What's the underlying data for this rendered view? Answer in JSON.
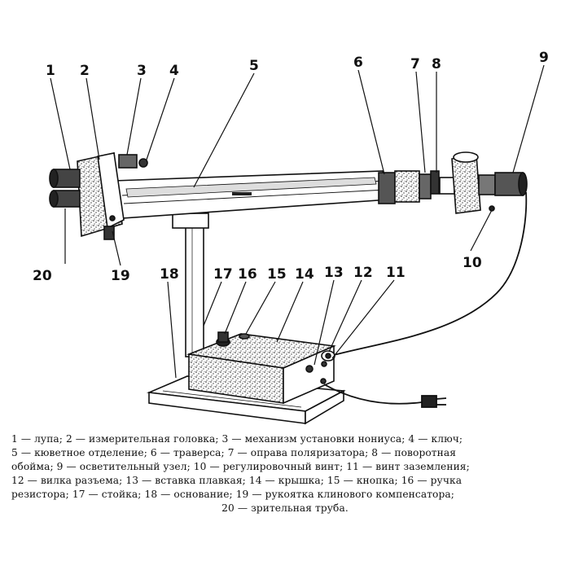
{
  "labels": [
    "1",
    "2",
    "3",
    "4",
    "5",
    "6",
    "7",
    "8",
    "9",
    "10",
    "11",
    "12",
    "13",
    "14",
    "15",
    "16",
    "17",
    "18",
    "19",
    "20"
  ],
  "caption_lines": [
    "1 — лупа; 2 — измерительная головка; 3 — механизм установки нониуса; 4 — ключ;",
    "5 — кюветное отделение; 6 — траверса; 7 — оправа поляризатора; 8 — поворотная",
    "обойма; 9 — осветительный узел; 10 — регулировочный винт; 11 — винт заземления;",
    "12 — вилка разъема; 13 — вставка плавкая; 14 — крышка; 15 — кнопка; 16 — ручка",
    "резистора; 17 — стойка; 18 — основание; 19 — рукоятка клинового компенсатора;",
    "20 — зрительная труба."
  ]
}
